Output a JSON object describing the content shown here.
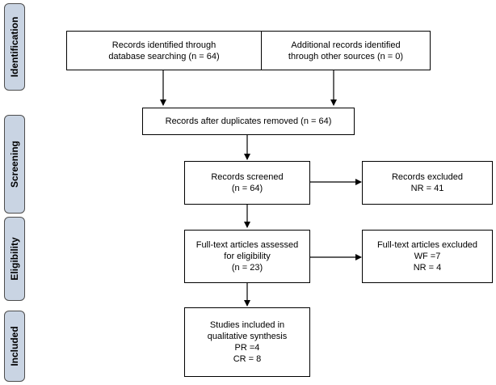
{
  "stages": {
    "identification": "Identification",
    "screening": "Screening",
    "eligibility": "Eligibility",
    "included": "Included"
  },
  "boxes": {
    "db_search": [
      "Records identified through",
      "database searching (n = 64)"
    ],
    "other_sources": [
      "Additional records identified",
      "through other sources (n = 0)"
    ],
    "dedup": [
      "Records after duplicates removed (n = 64)"
    ],
    "screened": [
      "Records screened",
      "(n = 64)"
    ],
    "excluded": [
      "Records excluded",
      "NR = 41"
    ],
    "fulltext": [
      "Full-text articles assessed",
      "for eligibility",
      "(n = 23)"
    ],
    "fulltext_excluded": [
      "Full-text articles excluded",
      "WF =7",
      "NR = 4"
    ],
    "included": [
      "Studies included in",
      "qualitative synthesis",
      "PR =4",
      "CR = 8"
    ]
  }
}
